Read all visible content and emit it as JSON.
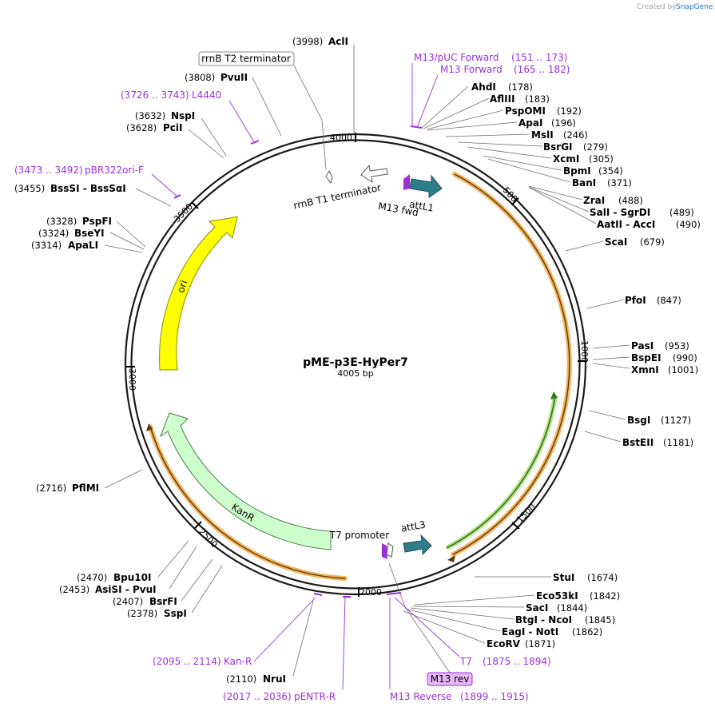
{
  "credit": {
    "prefix": "Created by",
    "brand": "SnapGene"
  },
  "plasmid": {
    "name": "pME-p3E-HyPer7",
    "length_label": "4005 bp"
  },
  "ticks": [
    "500",
    "1000",
    "1500",
    "2000",
    "2500",
    "3000",
    "3500",
    "4000"
  ],
  "enzymes": [
    {
      "name": "AclI",
      "pos": "(3998)"
    },
    {
      "name": "PvuII",
      "pos": "(3808)"
    },
    {
      "name": "NspI",
      "pos": "(3632)"
    },
    {
      "name": "PciI",
      "pos": "(3628)"
    },
    {
      "name": "BssSI - BssSαI",
      "pos": "(3455)"
    },
    {
      "name": "PspFI",
      "pos": "(3328)"
    },
    {
      "name": "BseYI",
      "pos": "(3324)"
    },
    {
      "name": "ApaLI",
      "pos": "(3314)"
    },
    {
      "name": "PflMI",
      "pos": "(2716)"
    },
    {
      "name": "Bpu10I",
      "pos": "(2470)"
    },
    {
      "name": "AsiSI - PvuI",
      "pos": "(2453)"
    },
    {
      "name": "BsrFI",
      "pos": "(2407)"
    },
    {
      "name": "SspI",
      "pos": "(2378)"
    },
    {
      "name": "NruI",
      "pos": "(2110)"
    },
    {
      "name": "AhdI",
      "pos": "(178)"
    },
    {
      "name": "AflIII",
      "pos": "(183)"
    },
    {
      "name": "PspOMI",
      "pos": "(192)"
    },
    {
      "name": "ApaI",
      "pos": "(196)"
    },
    {
      "name": "MslI",
      "pos": "(246)"
    },
    {
      "name": "BsrGI",
      "pos": "(279)"
    },
    {
      "name": "XcmI",
      "pos": "(305)"
    },
    {
      "name": "BpmI",
      "pos": "(354)"
    },
    {
      "name": "BanI",
      "pos": "(371)"
    },
    {
      "name": "ZraI",
      "pos": "(488)"
    },
    {
      "name": "SalI - SgrDI",
      "pos": "(489)"
    },
    {
      "name": "AatII - AccI",
      "pos": "(490)"
    },
    {
      "name": "ScaI",
      "pos": "(679)"
    },
    {
      "name": "PfoI",
      "pos": "(847)"
    },
    {
      "name": "PasI",
      "pos": "(953)"
    },
    {
      "name": "BspEI",
      "pos": "(990)"
    },
    {
      "name": "XmnI",
      "pos": "(1001)"
    },
    {
      "name": "BsgI",
      "pos": "(1127)"
    },
    {
      "name": "BstEII",
      "pos": "(1181)"
    },
    {
      "name": "StuI",
      "pos": "(1674)"
    },
    {
      "name": "Eco53kI",
      "pos": "(1842)"
    },
    {
      "name": "SacI",
      "pos": "(1844)"
    },
    {
      "name": "BtgI - NcoI",
      "pos": "(1845)"
    },
    {
      "name": "EagI - NotI",
      "pos": "(1862)"
    },
    {
      "name": "EcoRV",
      "pos": "(1871)"
    }
  ],
  "primers": [
    {
      "name": "M13/pUC Forward",
      "range": "(151 .. 173)"
    },
    {
      "name": "M13 Forward",
      "range": "(165 .. 182)"
    },
    {
      "name": "L4440",
      "range": "(3726 .. 3743)"
    },
    {
      "name": "pBR322ori-F",
      "range": "(3473 .. 3492)"
    },
    {
      "name": "Kan-R",
      "range": "(2095 .. 2114)"
    },
    {
      "name": "pENTR-R",
      "range": "(2017 .. 2036)"
    },
    {
      "name": "M13 Reverse",
      "range": "(1899 .. 1915)"
    },
    {
      "name": "T7",
      "range": "(1875 .. 1894)"
    },
    {
      "name": "M13 rev",
      "range": ""
    }
  ],
  "features": {
    "rrnB_T2": "rrnB T2 terminator",
    "rrnB_T1": "rrnB T1 terminator",
    "attL1": "attL1",
    "m13fwd": "M13 fwd",
    "ori": "ori",
    "kanR": "KanR",
    "t7promoter": "T7 promoter",
    "attL3": "attL3"
  },
  "colors": {
    "backbone": "#1a1a1a",
    "orange": "#f3b35a",
    "ori": "#ffff00",
    "kanR": "#ccffcc",
    "att": "#2e7d8c",
    "green_arc": "#2d7a12",
    "primer": "#9b30d9",
    "leader": "#6e6e6e"
  }
}
